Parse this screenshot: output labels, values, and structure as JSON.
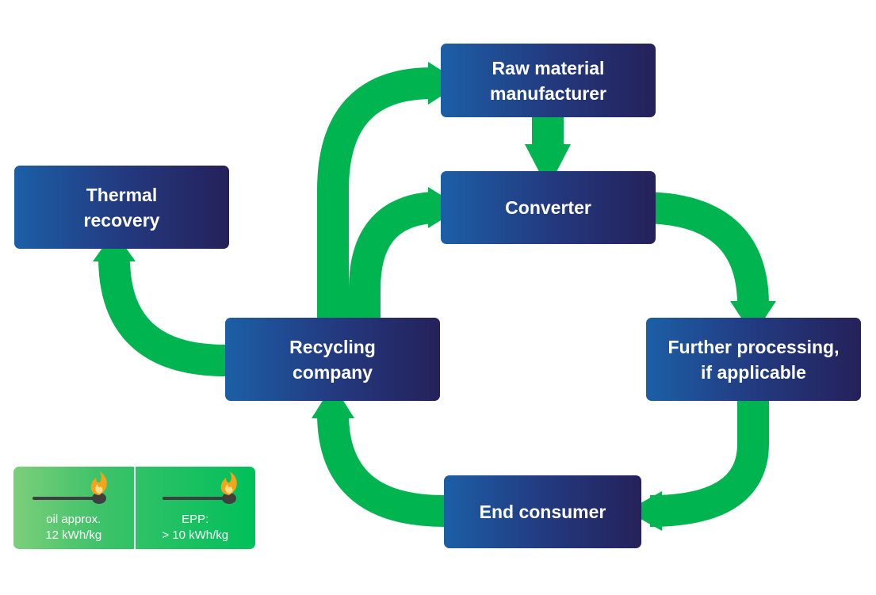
{
  "nodes": {
    "raw_material": [
      "Raw material",
      "manufacturer"
    ],
    "converter": [
      "Converter"
    ],
    "further_processing": [
      "Further processing,",
      "if applicable"
    ],
    "end_consumer": [
      "End consumer"
    ],
    "recycling": [
      "Recycling",
      "company"
    ],
    "thermal": [
      "Thermal",
      "recovery"
    ]
  },
  "energy_legend": {
    "oil": [
      "oil approx.",
      "12 kWh/kg"
    ],
    "epp": [
      "EPP:",
      "> 10 kWh/kg"
    ]
  },
  "icons": [
    "match-flame-icon",
    "match-flame-icon"
  ],
  "colors": {
    "arrow": "#00b550",
    "node_start": "#1c5fa6",
    "node_end": "#25215a",
    "legend_green": "#00c05a",
    "flame": "#f7a21b",
    "match_stick": "#3f3f3f"
  }
}
